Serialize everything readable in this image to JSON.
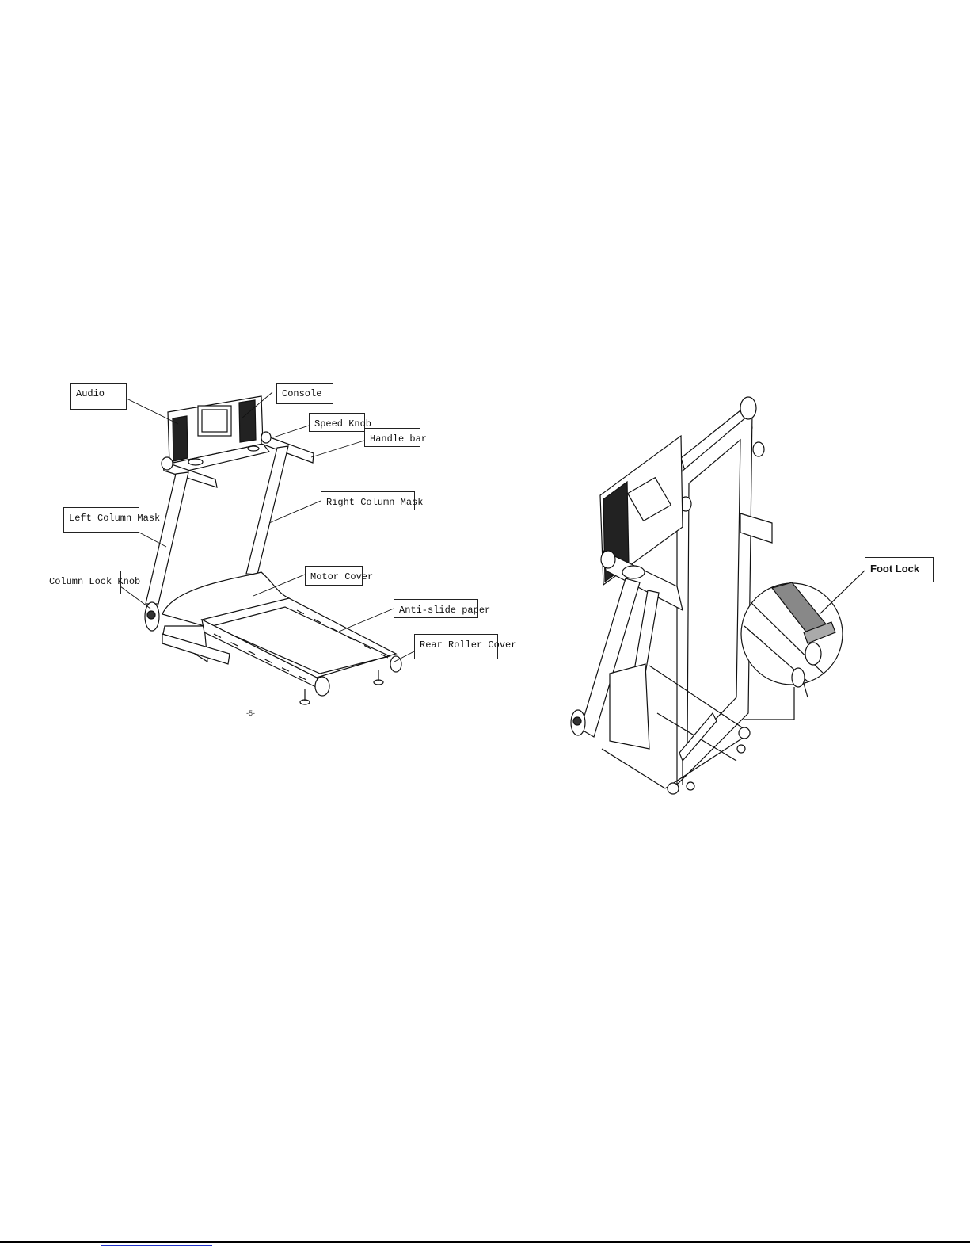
{
  "left_figure": {
    "labels": {
      "audio": "Audio",
      "console": "Console",
      "speed_knob": "Speed Knob",
      "handle_bar": "Handle bar",
      "right_column_mask": "Right Column Mask",
      "left_column_mask": "Left Column Mask",
      "column_lock_knob": "Column Lock Knob",
      "motor_cover": "Motor Cover",
      "anti_slide_paper": "Anti-slide paper",
      "rear_roller_cover": "Rear Roller Cover"
    },
    "page_number": "-5-"
  },
  "right_figure": {
    "labels": {
      "foot_lock": "Foot Lock"
    }
  }
}
